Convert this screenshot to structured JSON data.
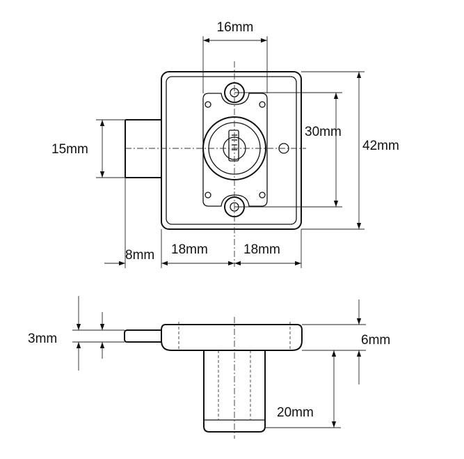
{
  "dimensions": {
    "top_width": "16mm",
    "height_30": "30mm",
    "height_42": "42mm",
    "bolt_height": "15mm",
    "bolt_length": "8mm",
    "left_half": "18mm",
    "right_half": "18mm",
    "bolt_thickness": "3mm",
    "flange_thickness": "6mm",
    "cylinder_length": "20mm"
  },
  "colors": {
    "line": "#111111",
    "background": "#ffffff"
  }
}
